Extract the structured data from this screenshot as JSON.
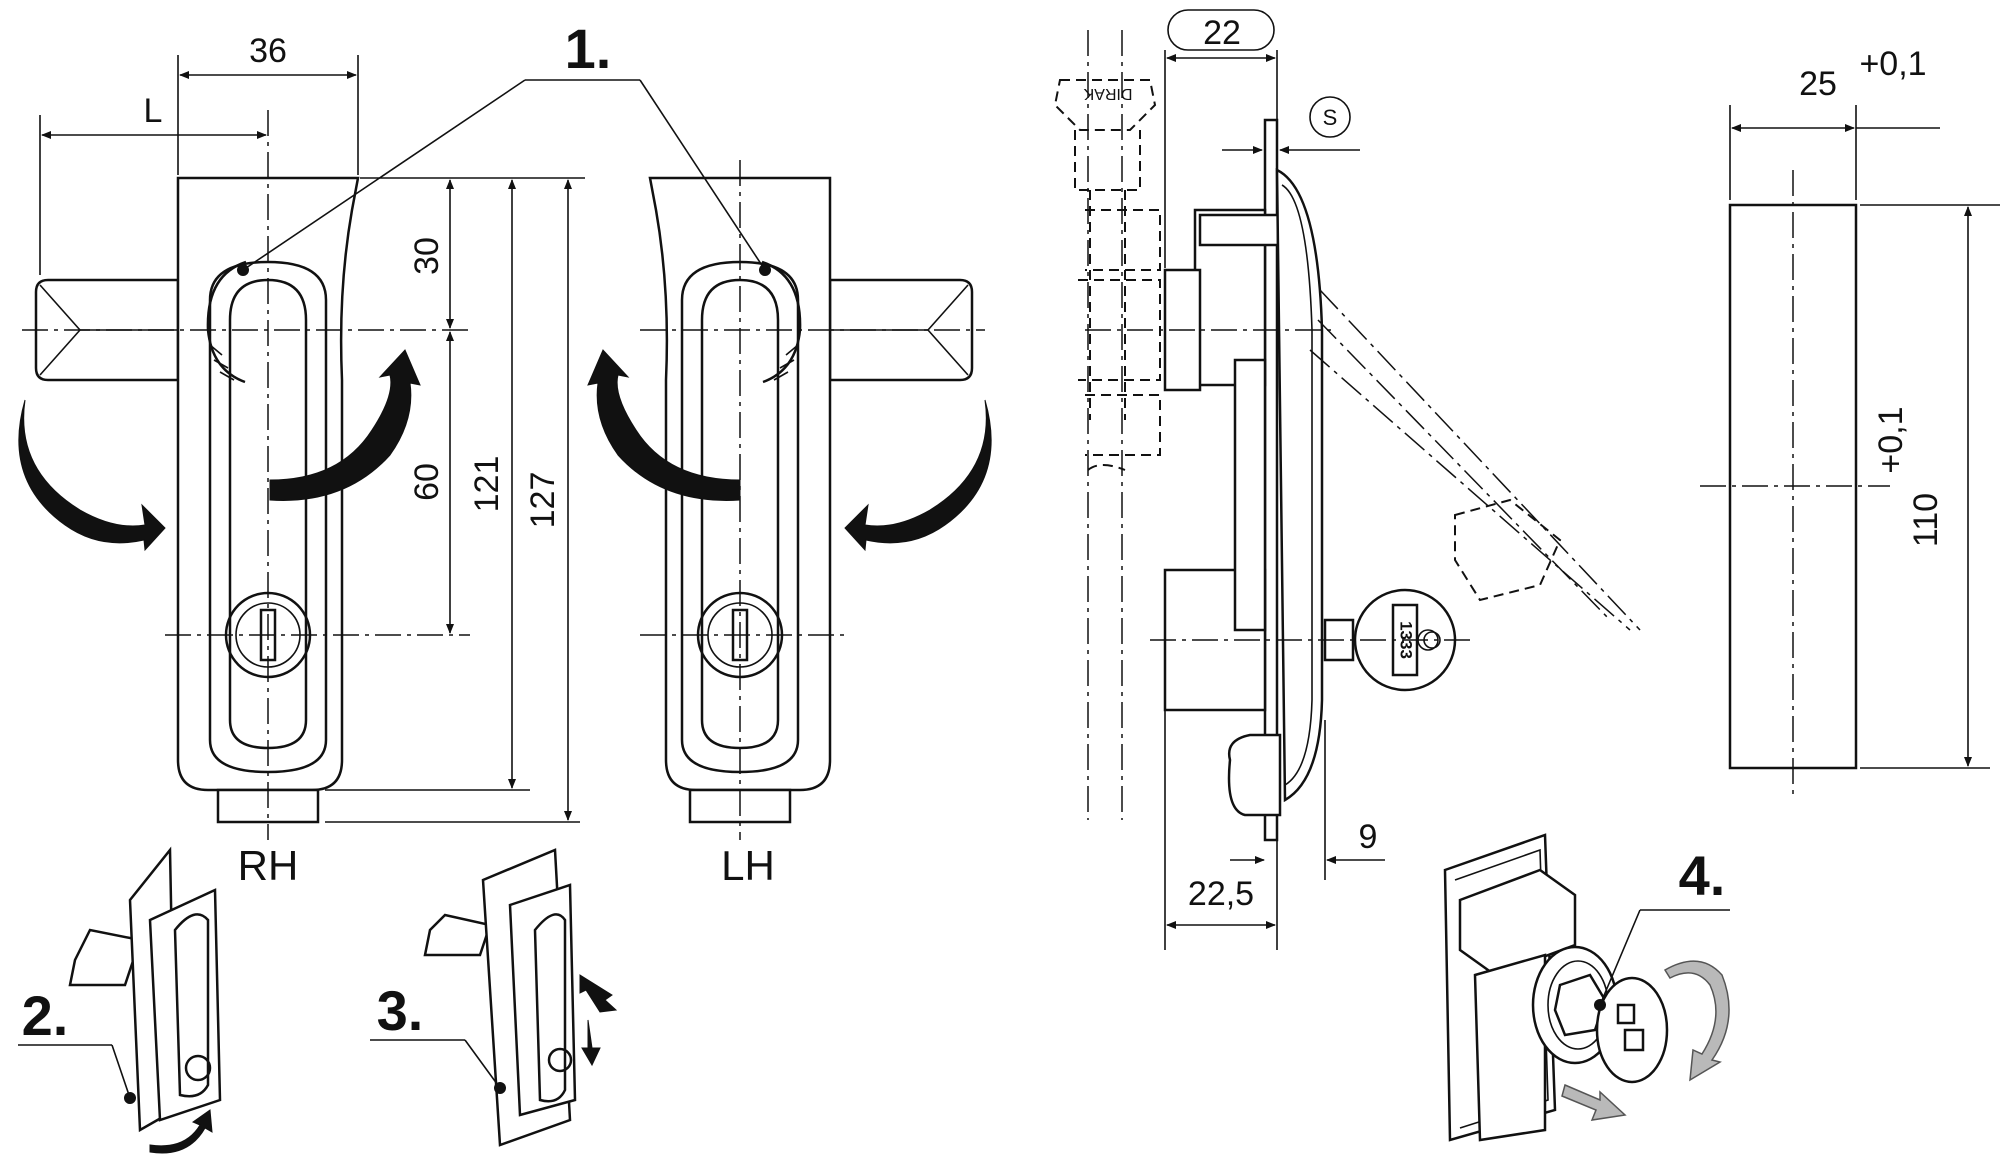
{
  "front_view": {
    "dimensions": {
      "width_36": "36",
      "offset_L": "L",
      "height_30": "30",
      "height_60": "60",
      "height_121": "121",
      "height_127": "127"
    },
    "label_right_hand": "RH",
    "label_left_hand": "LH"
  },
  "side_view": {
    "dimensions": {
      "width_22": "22",
      "thickness_s": "S",
      "offset_9": "9",
      "depth_22_5": "22,5"
    },
    "key_number": "1333",
    "brand_text": "DIRAK"
  },
  "cutout": {
    "width_base": "25",
    "width_tolerance": "+0,1",
    "height_base": "110",
    "height_tolerance": "+0,1"
  },
  "callouts": {
    "c1": "1.",
    "c2": "2.",
    "c3": "3.",
    "c4": "4."
  }
}
